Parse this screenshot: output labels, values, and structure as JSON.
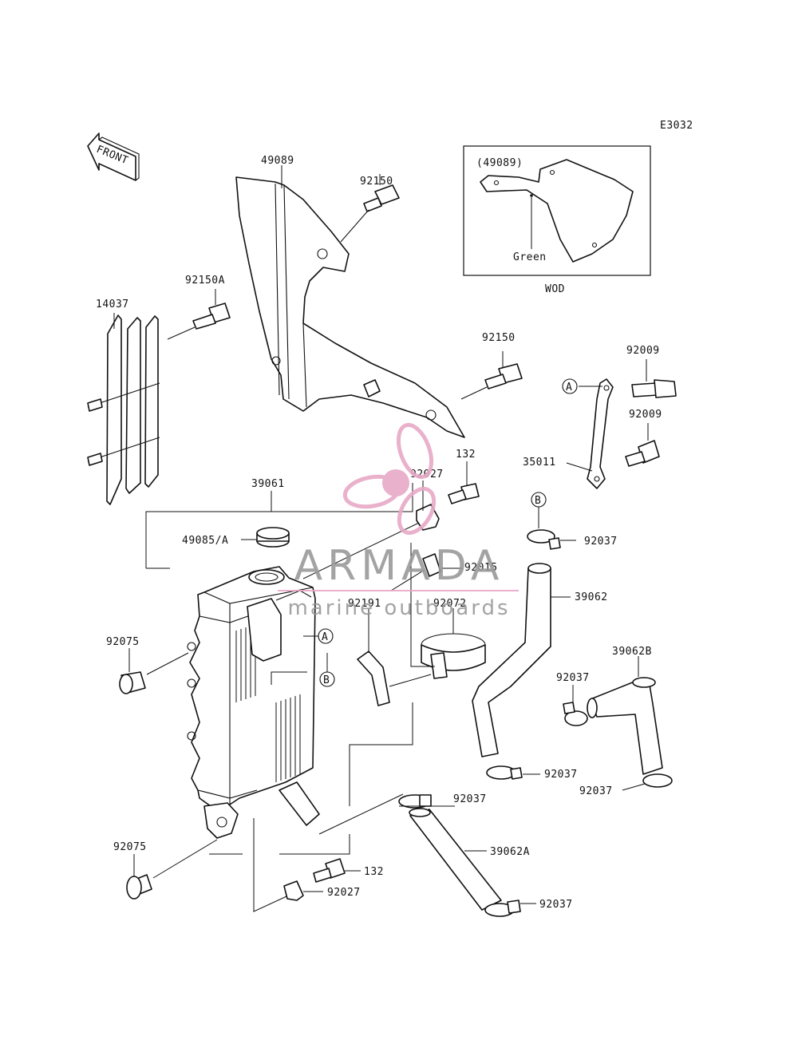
{
  "diagram": {
    "code": "E3032",
    "front_label": "FRONT",
    "inset": {
      "ref": "(49089)",
      "color_note": "Green",
      "caption": "WOD"
    },
    "callouts": {
      "A": "A",
      "B": "B"
    },
    "parts": {
      "p49089": "49089",
      "p92150_top": "92150",
      "p92150A": "92150A",
      "p14037": "14037",
      "p92150_mid": "92150",
      "p92009_a": "92009",
      "p92009_b": "92009",
      "p35011": "35011",
      "p132_top": "132",
      "p39061": "39061",
      "p92027_top": "92027",
      "p49085A": "49085/A",
      "p92037_b": "92037",
      "p92015": "92015",
      "p39062": "39062",
      "p92191": "92191",
      "p92072": "92072",
      "p92075_top": "92075",
      "p39062B": "39062B",
      "p92037_c": "92037",
      "p92037_d": "92037",
      "p92037_e": "92037",
      "p92037_f": "92037",
      "p39062A": "39062A",
      "p92075_bot": "92075",
      "p132_bot": "132",
      "p92027_bot": "92027",
      "p92037_g": "92037"
    }
  },
  "watermark": {
    "brand": "ARMADA",
    "tagline": "marine outboards",
    "colors": {
      "logo": "#e7a9c6",
      "logo_dark": "#d98bb0",
      "text": "#9a9a9a"
    }
  }
}
